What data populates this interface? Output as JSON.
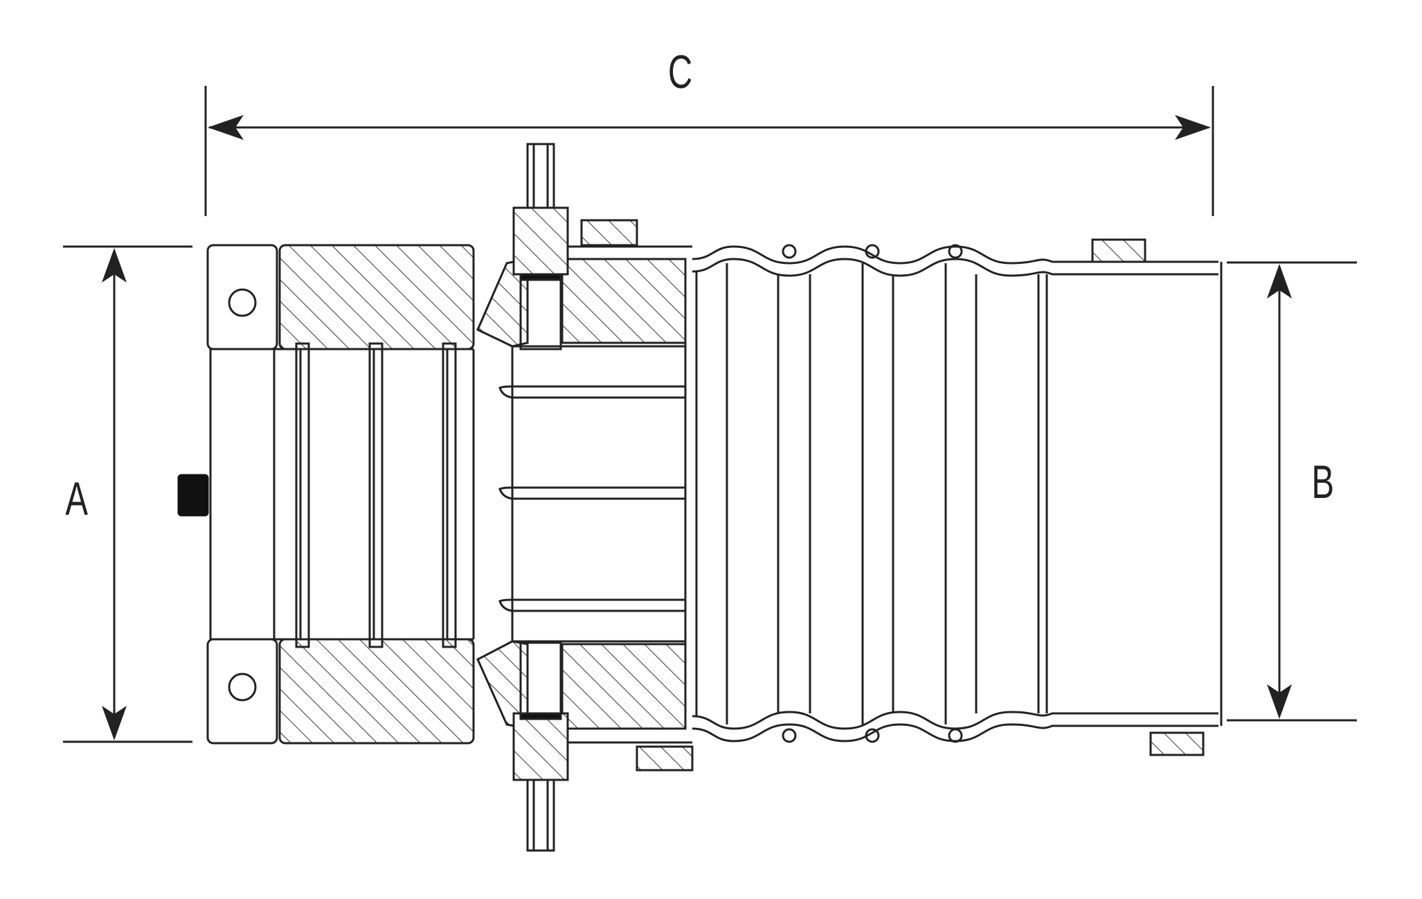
{
  "diagram": {
    "dimension_labels": {
      "a": "A",
      "b": "B",
      "c": "C"
    },
    "colors": {
      "line": "#222222",
      "background": "#ffffff",
      "hatch": "#333333",
      "cap": "#111111"
    }
  }
}
